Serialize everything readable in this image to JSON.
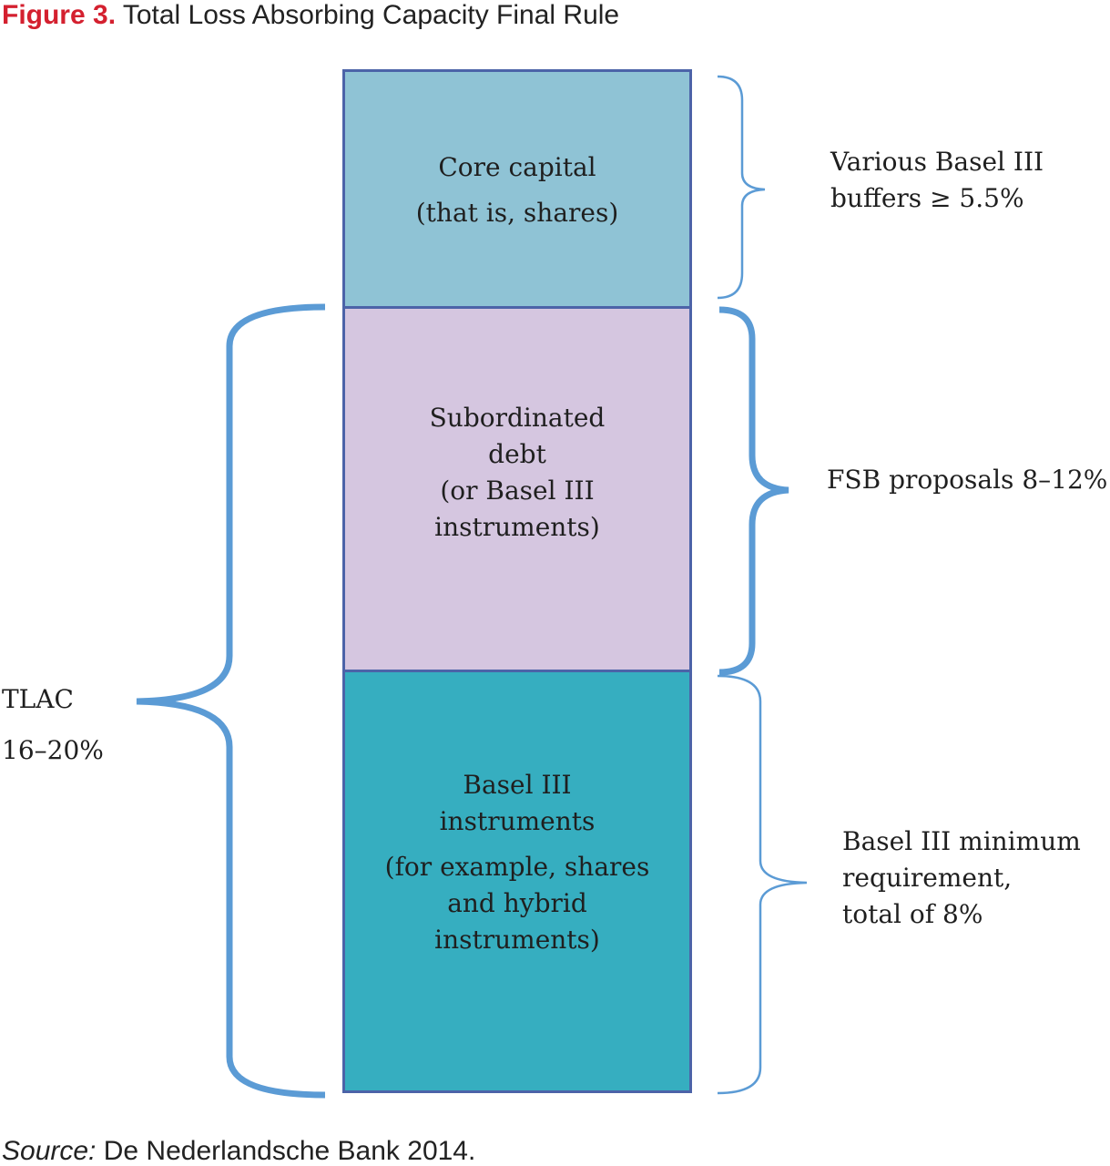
{
  "figure": {
    "number": "Figure 3.",
    "title": "Total Loss Absorbing Capacity Final Rule"
  },
  "blocks": {
    "core_capital": {
      "lines": [
        "Core capital",
        "(that is, shares)"
      ],
      "color": "#8fc3d5"
    },
    "subordinated_debt": {
      "lines": [
        "Subordinated",
        "debt",
        "(or Basel III",
        "instruments)"
      ],
      "color": "#d5c6e0"
    },
    "basel_instruments": {
      "lines": [
        "Basel III",
        "instruments",
        "(for example, shares",
        "and hybrid",
        "instruments)"
      ],
      "color": "#36aec0"
    }
  },
  "annotations": {
    "various_buffers": [
      "Various Basel III",
      "buffers ≥ 5.5%"
    ],
    "fsb_proposals": "FSB proposals 8–12%",
    "basel_minimum": [
      "Basel III minimum",
      "requirement,",
      "total of 8%"
    ],
    "tlac": [
      "TLAC",
      "16–20%"
    ]
  },
  "colors": {
    "brace": "#5b9bd5",
    "block_border": "#4c63a8",
    "figure_label": "#d4202f"
  },
  "source": {
    "label": "Source:",
    "text": " De Nederlandsche Bank 2014."
  }
}
